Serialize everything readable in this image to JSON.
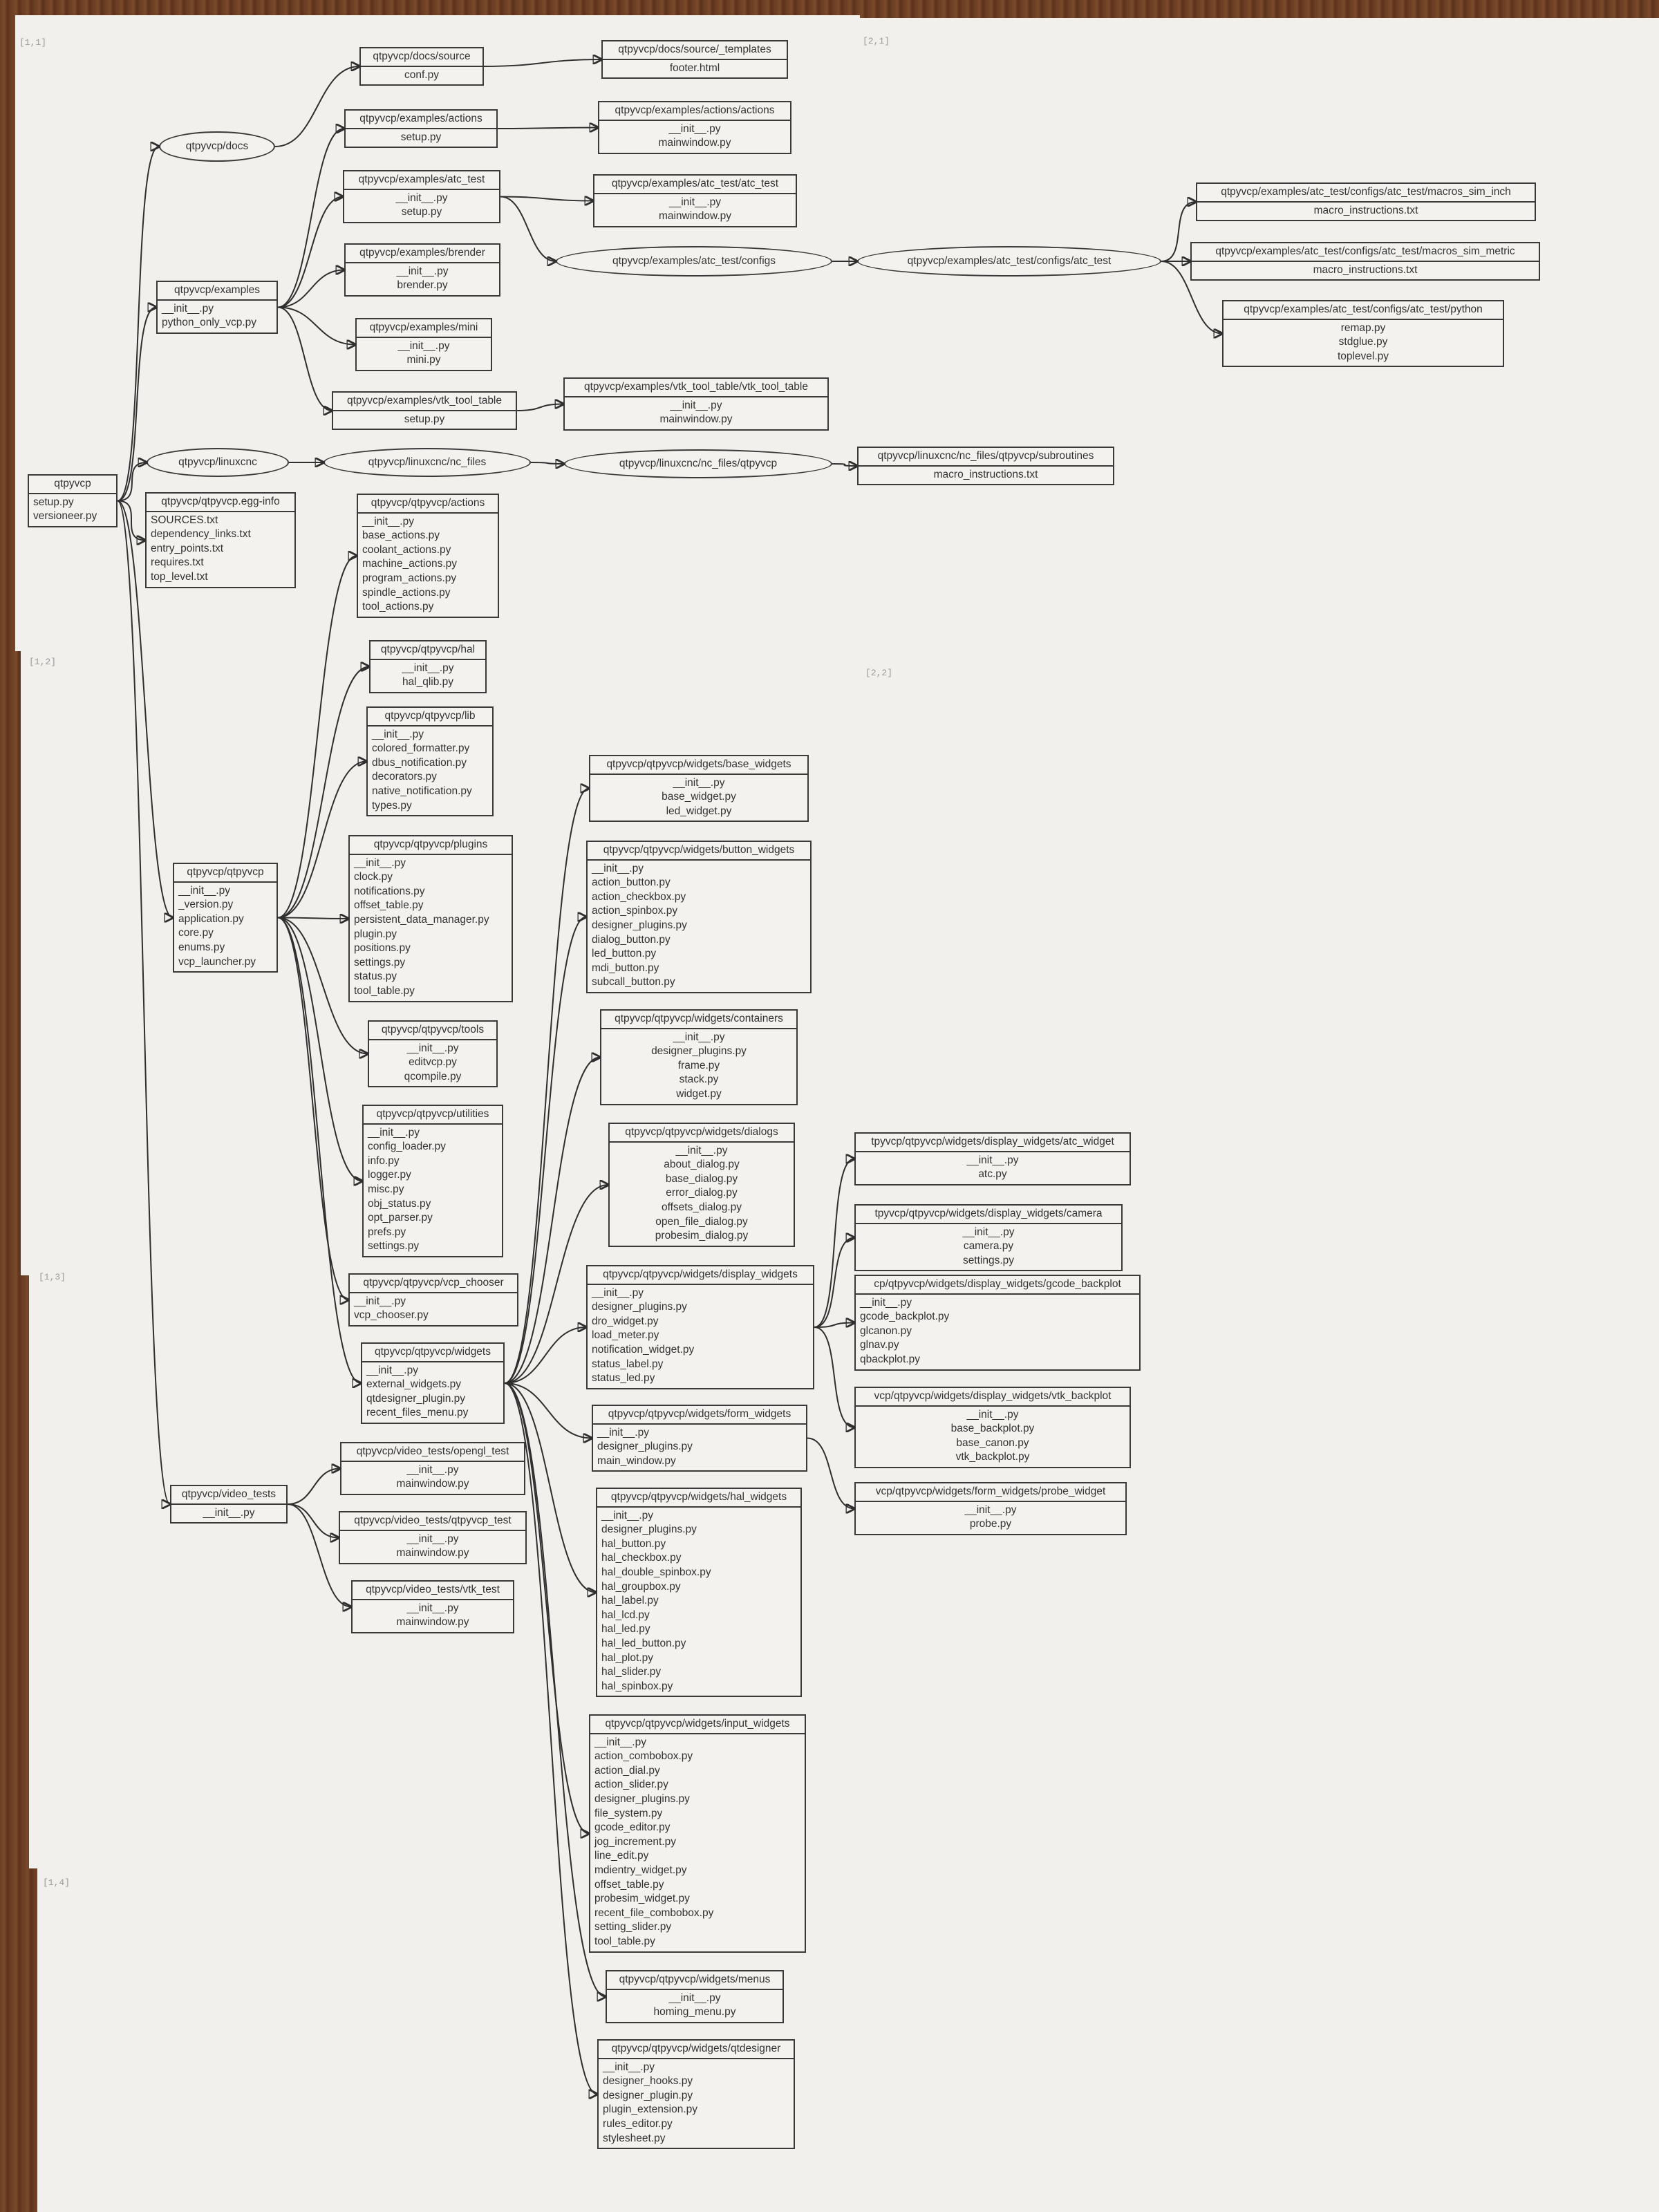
{
  "sheet_labels": [
    "[1,1]",
    "[2,1]",
    "[1,2]",
    "[2,2]",
    "[1,3]",
    "[1,4]"
  ],
  "nodes": [
    {
      "id": "docs_source",
      "title": "qtpyvcp/docs/source",
      "files": [
        "conf.py"
      ]
    },
    {
      "id": "docs_templates",
      "title": "qtpyvcp/docs/source/_templates",
      "files": [
        "footer.html"
      ]
    },
    {
      "id": "ex_actions",
      "title": "qtpyvcp/examples/actions",
      "files": [
        "setup.py"
      ]
    },
    {
      "id": "ex_actions_actions",
      "title": "qtpyvcp/examples/actions/actions",
      "files": [
        "__init__.py",
        "mainwindow.py"
      ]
    },
    {
      "id": "ex_atc",
      "title": "qtpyvcp/examples/atc_test",
      "files": [
        "__init__.py",
        "setup.py"
      ]
    },
    {
      "id": "ex_atc_atc",
      "title": "qtpyvcp/examples/atc_test/atc_test",
      "files": [
        "__init__.py",
        "mainwindow.py"
      ]
    },
    {
      "id": "ex_brender",
      "title": "qtpyvcp/examples/brender",
      "files": [
        "__init__.py",
        "brender.py"
      ]
    },
    {
      "id": "ex_mini",
      "title": "qtpyvcp/examples/mini",
      "files": [
        "__init__.py",
        "mini.py"
      ]
    },
    {
      "id": "ex_vtk",
      "title": "qtpyvcp/examples/vtk_tool_table",
      "files": [
        "setup.py"
      ]
    },
    {
      "id": "ex_vtk_vtk",
      "title": "qtpyvcp/examples/vtk_tool_table/vtk_tool_table",
      "files": [
        "__init__.py",
        "mainwindow.py"
      ]
    },
    {
      "id": "examples",
      "title": "qtpyvcp/examples",
      "files": [
        "__init__.py",
        "python_only_vcp.py"
      ]
    },
    {
      "id": "macros_inch",
      "title": "qtpyvcp/examples/atc_test/configs/atc_test/macros_sim_inch",
      "files": [
        "macro_instructions.txt"
      ]
    },
    {
      "id": "macros_metric",
      "title": "qtpyvcp/examples/atc_test/configs/atc_test/macros_sim_metric",
      "files": [
        "macro_instructions.txt"
      ]
    },
    {
      "id": "atc_python",
      "title": "qtpyvcp/examples/atc_test/configs/atc_test/python",
      "files": [
        "remap.py",
        "stdglue.py",
        "toplevel.py"
      ]
    },
    {
      "id": "subroutines",
      "title": "qtpyvcp/linuxcnc/nc_files/qtpyvcp/subroutines",
      "files": [
        "macro_instructions.txt"
      ]
    },
    {
      "id": "root",
      "title": "qtpyvcp",
      "files": [
        "setup.py",
        "versioneer.py"
      ]
    },
    {
      "id": "egg",
      "title": "qtpyvcp/qtpyvcp.egg-info",
      "files": [
        "SOURCES.txt",
        "dependency_links.txt",
        "entry_points.txt",
        "requires.txt",
        "top_level.txt"
      ]
    },
    {
      "id": "q_actions",
      "title": "qtpyvcp/qtpyvcp/actions",
      "files": [
        "__init__.py",
        "base_actions.py",
        "coolant_actions.py",
        "machine_actions.py",
        "program_actions.py",
        "spindle_actions.py",
        "tool_actions.py"
      ]
    },
    {
      "id": "q_hal",
      "title": "qtpyvcp/qtpyvcp/hal",
      "files": [
        "__init__.py",
        "hal_qlib.py"
      ]
    },
    {
      "id": "q_lib",
      "title": "qtpyvcp/qtpyvcp/lib",
      "files": [
        "__init__.py",
        "colored_formatter.py",
        "dbus_notification.py",
        "decorators.py",
        "native_notification.py",
        "types.py"
      ]
    },
    {
      "id": "q_plugins",
      "title": "qtpyvcp/qtpyvcp/plugins",
      "files": [
        "__init__.py",
        "clock.py",
        "notifications.py",
        "offset_table.py",
        "persistent_data_manager.py",
        "plugin.py",
        "positions.py",
        "settings.py",
        "status.py",
        "tool_table.py"
      ]
    },
    {
      "id": "q_tools",
      "title": "qtpyvcp/qtpyvcp/tools",
      "files": [
        "__init__.py",
        "editvcp.py",
        "qcompile.py"
      ]
    },
    {
      "id": "q_utilities",
      "title": "qtpyvcp/qtpyvcp/utilities",
      "files": [
        "__init__.py",
        "config_loader.py",
        "info.py",
        "logger.py",
        "misc.py",
        "obj_status.py",
        "opt_parser.py",
        "prefs.py",
        "settings.py"
      ]
    },
    {
      "id": "q_vcp_chooser",
      "title": "qtpyvcp/qtpyvcp/vcp_chooser",
      "files": [
        "__init__.py",
        "vcp_chooser.py"
      ]
    },
    {
      "id": "q_main",
      "title": "qtpyvcp/qtpyvcp",
      "files": [
        "__init__.py",
        "_version.py",
        "application.py",
        "core.py",
        "enums.py",
        "vcp_launcher.py"
      ]
    },
    {
      "id": "q_widgets",
      "title": "qtpyvcp/qtpyvcp/widgets",
      "files": [
        "__init__.py",
        "external_widgets.py",
        "qtdesigner_plugin.py",
        "recent_files_menu.py"
      ]
    },
    {
      "id": "w_base",
      "title": "qtpyvcp/qtpyvcp/widgets/base_widgets",
      "files": [
        "__init__.py",
        "base_widget.py",
        "led_widget.py"
      ]
    },
    {
      "id": "w_button",
      "title": "qtpyvcp/qtpyvcp/widgets/button_widgets",
      "files": [
        "__init__.py",
        "action_button.py",
        "action_checkbox.py",
        "action_spinbox.py",
        "designer_plugins.py",
        "dialog_button.py",
        "led_button.py",
        "mdi_button.py",
        "subcall_button.py"
      ]
    },
    {
      "id": "w_containers",
      "title": "qtpyvcp/qtpyvcp/widgets/containers",
      "files": [
        "__init__.py",
        "designer_plugins.py",
        "frame.py",
        "stack.py",
        "widget.py"
      ]
    },
    {
      "id": "w_dialogs",
      "title": "qtpyvcp/qtpyvcp/widgets/dialogs",
      "files": [
        "__init__.py",
        "about_dialog.py",
        "base_dialog.py",
        "error_dialog.py",
        "offsets_dialog.py",
        "open_file_dialog.py",
        "probesim_dialog.py"
      ]
    },
    {
      "id": "w_display",
      "title": "qtpyvcp/qtpyvcp/widgets/display_widgets",
      "files": [
        "__init__.py",
        "designer_plugins.py",
        "dro_widget.py",
        "load_meter.py",
        "notification_widget.py",
        "status_label.py",
        "status_led.py"
      ]
    },
    {
      "id": "w_form",
      "title": "qtpyvcp/qtpyvcp/widgets/form_widgets",
      "files": [
        "__init__.py",
        "designer_plugins.py",
        "main_window.py"
      ]
    },
    {
      "id": "w_hal",
      "title": "qtpyvcp/qtpyvcp/widgets/hal_widgets",
      "files": [
        "__init__.py",
        "designer_plugins.py",
        "hal_button.py",
        "hal_checkbox.py",
        "hal_double_spinbox.py",
        "hal_groupbox.py",
        "hal_label.py",
        "hal_lcd.py",
        "hal_led.py",
        "hal_led_button.py",
        "hal_plot.py",
        "hal_slider.py",
        "hal_spinbox.py"
      ]
    },
    {
      "id": "w_input",
      "title": "qtpyvcp/qtpyvcp/widgets/input_widgets",
      "files": [
        "__init__.py",
        "action_combobox.py",
        "action_dial.py",
        "action_slider.py",
        "designer_plugins.py",
        "file_system.py",
        "gcode_editor.py",
        "jog_increment.py",
        "line_edit.py",
        "mdientry_widget.py",
        "offset_table.py",
        "probesim_widget.py",
        "recent_file_combobox.py",
        "setting_slider.py",
        "tool_table.py"
      ]
    },
    {
      "id": "w_menus",
      "title": "qtpyvcp/qtpyvcp/widgets/menus",
      "files": [
        "__init__.py",
        "homing_menu.py"
      ]
    },
    {
      "id": "w_qtdesigner",
      "title": "qtpyvcp/qtpyvcp/widgets/qtdesigner",
      "files": [
        "__init__.py",
        "designer_hooks.py",
        "designer_plugin.py",
        "plugin_extension.py",
        "rules_editor.py",
        "stylesheet.py"
      ]
    },
    {
      "id": "dw_atc",
      "title": "tpyvcp/qtpyvcp/widgets/display_widgets/atc_widget",
      "files": [
        "__init__.py",
        "atc.py"
      ]
    },
    {
      "id": "dw_camera",
      "title": "tpyvcp/qtpyvcp/widgets/display_widgets/camera",
      "files": [
        "__init__.py",
        "camera.py",
        "settings.py"
      ]
    },
    {
      "id": "dw_gcode",
      "title": "cp/qtpyvcp/widgets/display_widgets/gcode_backplot",
      "files": [
        "__init__.py",
        "gcode_backplot.py",
        "glcanon.py",
        "glnav.py",
        "qbackplot.py"
      ]
    },
    {
      "id": "dw_vtk",
      "title": "vcp/qtpyvcp/widgets/display_widgets/vtk_backplot",
      "files": [
        "__init__.py",
        "base_backplot.py",
        "base_canon.py",
        "vtk_backplot.py"
      ]
    },
    {
      "id": "fw_probe",
      "title": "vcp/qtpyvcp/widgets/form_widgets/probe_widget",
      "files": [
        "__init__.py",
        "probe.py"
      ]
    },
    {
      "id": "video_tests",
      "title": "qtpyvcp/video_tests",
      "files": [
        "__init__.py"
      ]
    },
    {
      "id": "vt_opengl",
      "title": "qtpyvcp/video_tests/opengl_test",
      "files": [
        "__init__.py",
        "mainwindow.py"
      ]
    },
    {
      "id": "vt_qtpyvcp",
      "title": "qtpyvcp/video_tests/qtpyvcp_test",
      "files": [
        "__init__.py",
        "mainwindow.py"
      ]
    },
    {
      "id": "vt_vtk",
      "title": "qtpyvcp/video_tests/vtk_test",
      "files": [
        "__init__.py",
        "mainwindow.py"
      ]
    }
  ],
  "ellipses": [
    {
      "id": "e_docs",
      "label": "qtpyvcp/docs"
    },
    {
      "id": "e_atc_configs",
      "label": "qtpyvcp/examples/atc_test/configs"
    },
    {
      "id": "e_atc_configs_atc",
      "label": "qtpyvcp/examples/atc_test/configs/atc_test"
    },
    {
      "id": "e_linuxcnc",
      "label": "qtpyvcp/linuxcnc"
    },
    {
      "id": "e_nc_files",
      "label": "qtpyvcp/linuxcnc/nc_files"
    },
    {
      "id": "e_nc_qtpyvcp",
      "label": "qtpyvcp/linuxcnc/nc_files/qtpyvcp"
    }
  ],
  "edges": [
    [
      "root",
      "e_docs"
    ],
    [
      "root",
      "examples"
    ],
    [
      "root",
      "e_linuxcnc"
    ],
    [
      "root",
      "egg"
    ],
    [
      "root",
      "q_main"
    ],
    [
      "root",
      "video_tests"
    ],
    [
      "e_docs",
      "docs_source"
    ],
    [
      "docs_source",
      "docs_templates"
    ],
    [
      "examples",
      "ex_actions"
    ],
    [
      "examples",
      "ex_atc"
    ],
    [
      "examples",
      "ex_brender"
    ],
    [
      "examples",
      "ex_mini"
    ],
    [
      "examples",
      "ex_vtk"
    ],
    [
      "ex_actions",
      "ex_actions_actions"
    ],
    [
      "ex_atc",
      "ex_atc_atc"
    ],
    [
      "ex_atc",
      "e_atc_configs"
    ],
    [
      "e_atc_configs",
      "e_atc_configs_atc"
    ],
    [
      "e_atc_configs_atc",
      "macros_inch"
    ],
    [
      "e_atc_configs_atc",
      "macros_metric"
    ],
    [
      "e_atc_configs_atc",
      "atc_python"
    ],
    [
      "ex_vtk",
      "ex_vtk_vtk"
    ],
    [
      "e_linuxcnc",
      "e_nc_files"
    ],
    [
      "e_nc_files",
      "e_nc_qtpyvcp"
    ],
    [
      "e_nc_qtpyvcp",
      "subroutines"
    ],
    [
      "q_main",
      "q_actions"
    ],
    [
      "q_main",
      "q_hal"
    ],
    [
      "q_main",
      "q_lib"
    ],
    [
      "q_main",
      "q_plugins"
    ],
    [
      "q_main",
      "q_tools"
    ],
    [
      "q_main",
      "q_utilities"
    ],
    [
      "q_main",
      "q_vcp_chooser"
    ],
    [
      "q_main",
      "q_widgets"
    ],
    [
      "q_widgets",
      "w_base"
    ],
    [
      "q_widgets",
      "w_button"
    ],
    [
      "q_widgets",
      "w_containers"
    ],
    [
      "q_widgets",
      "w_dialogs"
    ],
    [
      "q_widgets",
      "w_display"
    ],
    [
      "q_widgets",
      "w_form"
    ],
    [
      "q_widgets",
      "w_hal"
    ],
    [
      "q_widgets",
      "w_input"
    ],
    [
      "q_widgets",
      "w_menus"
    ],
    [
      "q_widgets",
      "w_qtdesigner"
    ],
    [
      "w_display",
      "dw_atc"
    ],
    [
      "w_display",
      "dw_camera"
    ],
    [
      "w_display",
      "dw_gcode"
    ],
    [
      "w_display",
      "dw_vtk"
    ],
    [
      "w_form",
      "fw_probe"
    ],
    [
      "video_tests",
      "vt_opengl"
    ],
    [
      "video_tests",
      "vt_qtpyvcp"
    ],
    [
      "video_tests",
      "vt_vtk"
    ]
  ]
}
